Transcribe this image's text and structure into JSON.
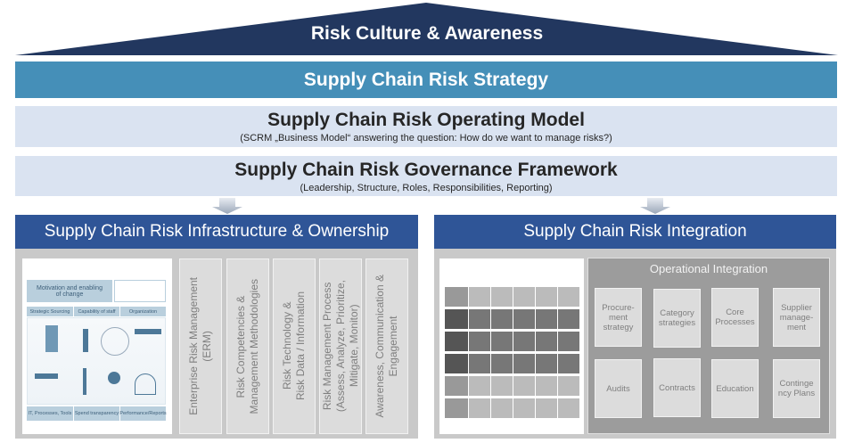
{
  "roof": {
    "title": "Risk Culture & Awareness"
  },
  "strategy": {
    "title": "Supply Chain Risk Strategy"
  },
  "operating_model": {
    "title": "Supply Chain Risk Operating Model",
    "subtitle": "(SCRM „Business Model“ answering the question: How do we want to manage risks?)"
  },
  "governance": {
    "title": "Supply Chain Risk Governance Framework",
    "subtitle": "(Leadership, Structure, Roles, Responsibilities, Reporting)"
  },
  "infrastructure": {
    "title": "Supply Chain Risk Infrastructure & Ownership",
    "picture": {
      "top": "Motivation and enabling\nof change",
      "row1": [
        "Strategic Sourcing",
        "Capability of staff",
        "Organization"
      ],
      "row2": [
        "IT, Processes, Tools",
        "Spend transparency",
        "Performance/Reports"
      ]
    },
    "columns": [
      "Enterprise Risk Management\n(ERM)",
      "Risk Competencies &\nManagement Methodologies",
      "Risk Technology &\nRisk Data / Information",
      "Risk Management Process\n(Assess, Analyze, Prioritize,\nMitigate, Monitor)",
      "Awareness, Communication &\nEngagement"
    ]
  },
  "integration": {
    "title": "Supply Chain Risk Integration",
    "operational": {
      "title": "Operational Integration",
      "items": [
        "Procure-\nment\nstrategy",
        "Category\nstrategies",
        "Core\nProcesses",
        "Supplier\nmanage-\nment",
        "Audits",
        "Contracts",
        "Education",
        "Continge\nncy Plans"
      ]
    }
  },
  "colors": {
    "roof": "#22375f",
    "strategy": "#458fb8",
    "light": "#dae3f1",
    "header": "#2f5597"
  }
}
